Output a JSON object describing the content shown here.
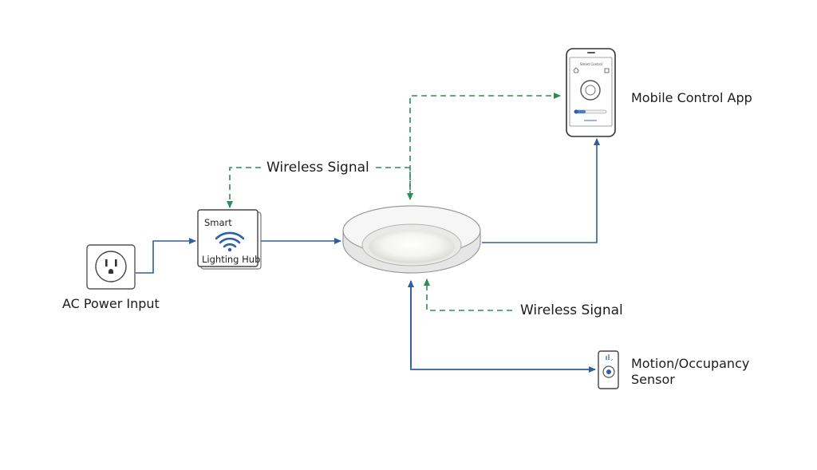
{
  "diagram": {
    "nodes": {
      "power": {
        "label": "AC Power Input",
        "icon": "power-outlet-icon"
      },
      "hub": {
        "label_top": "Smart",
        "label_bottom": "Lighting Hub",
        "icon": "wifi-icon"
      },
      "light": {
        "icon": "recessed-light-icon"
      },
      "app": {
        "label": "Mobile Control App",
        "icon": "smartphone-icon",
        "screen_title": "Smart Control"
      },
      "sensor": {
        "label_line1": "Motion/Occupancy",
        "label_line2": "Sensor",
        "icon": "motion-sensor-icon"
      }
    },
    "edges": [
      {
        "from": "power",
        "to": "hub",
        "style": "solid"
      },
      {
        "from": "hub",
        "to": "light",
        "style": "solid"
      },
      {
        "from": "light",
        "to": "app",
        "style": "solid"
      },
      {
        "from": "light",
        "to": "sensor",
        "style": "solid"
      },
      {
        "from": "light",
        "to": "hub",
        "style": "dashed",
        "label": "Wireless Signal"
      },
      {
        "from": "light",
        "to": "app",
        "style": "dashed"
      },
      {
        "from": "sensor",
        "to": "light",
        "style": "dashed",
        "label": "Wireless Signal"
      }
    ],
    "colors": {
      "power_line": "#2f5f9e",
      "wireless_line": "#2e8b57",
      "hub_wifi": "#2d5fa8"
    }
  }
}
